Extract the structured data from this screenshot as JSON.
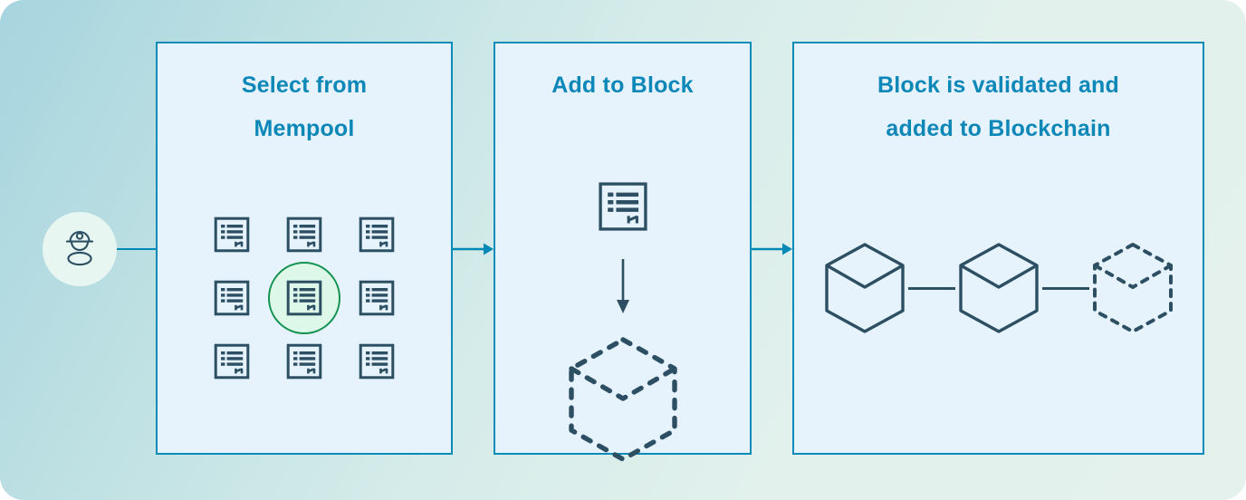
{
  "diagram": {
    "title_text_color": "#0c87b8",
    "panel_border_color": "#0b8bb8",
    "panel_fill_color": "#e6f3fc",
    "connector_color": "#0089b5",
    "icon_stroke_color": "#2d4f63",
    "highlight_ring_color": "#12924f",
    "highlight_fill_color": "#ddf7e9",
    "background_start_color": "#a7d4df",
    "background_end_color": "#e4f1ec"
  },
  "actor": {
    "name": "miner-avatar",
    "icon": "miner-with-helmet-icon"
  },
  "steps": [
    {
      "id": "select-from-mempool",
      "title_lines": [
        "Select from",
        "Mempool"
      ],
      "icon_name": "transaction-document-icon",
      "transaction_count": 9,
      "selected_index": 4,
      "grid_rows": 3,
      "grid_cols": 3
    },
    {
      "id": "add-to-block",
      "title_lines": [
        "Add to Block"
      ],
      "transaction_icon": "transaction-document-icon",
      "flow_arrow": "down-arrow-icon",
      "block_icon": "pending-block-cube-icon"
    },
    {
      "id": "block-validated",
      "title_lines": [
        "Block is validated and",
        "added to Blockchain"
      ],
      "chain": [
        {
          "type": "solid",
          "name": "confirmed-block-cube-icon"
        },
        {
          "type": "link",
          "name": "chain-link-connector"
        },
        {
          "type": "solid",
          "name": "confirmed-block-cube-icon"
        },
        {
          "type": "link",
          "name": "chain-link-connector"
        },
        {
          "type": "dashed",
          "name": "pending-block-cube-icon"
        }
      ]
    }
  ],
  "connectors": [
    {
      "id": "avatar-to-step1",
      "name": "connector-line",
      "has_arrowhead": false
    },
    {
      "id": "step1-to-step2",
      "name": "connector-arrow",
      "has_arrowhead": true
    },
    {
      "id": "step2-to-step3",
      "name": "connector-arrow",
      "has_arrowhead": true
    }
  ]
}
